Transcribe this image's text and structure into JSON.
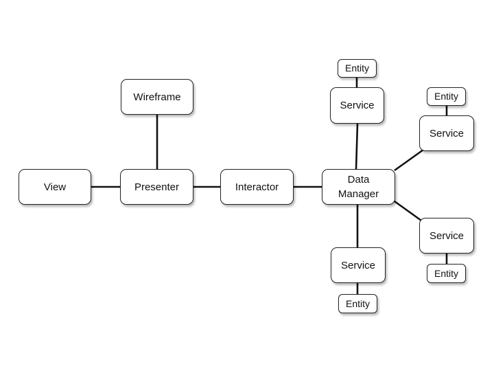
{
  "diagram": {
    "view": "View",
    "presenter": "Presenter",
    "wireframe": "Wireframe",
    "interactor": "Interactor",
    "data_manager": {
      "line1": "Data",
      "line2": "Manager"
    },
    "services": [
      "Service",
      "Service",
      "Service",
      "Service"
    ],
    "entities": [
      "Entity",
      "Entity",
      "Entity",
      "Entity"
    ]
  }
}
